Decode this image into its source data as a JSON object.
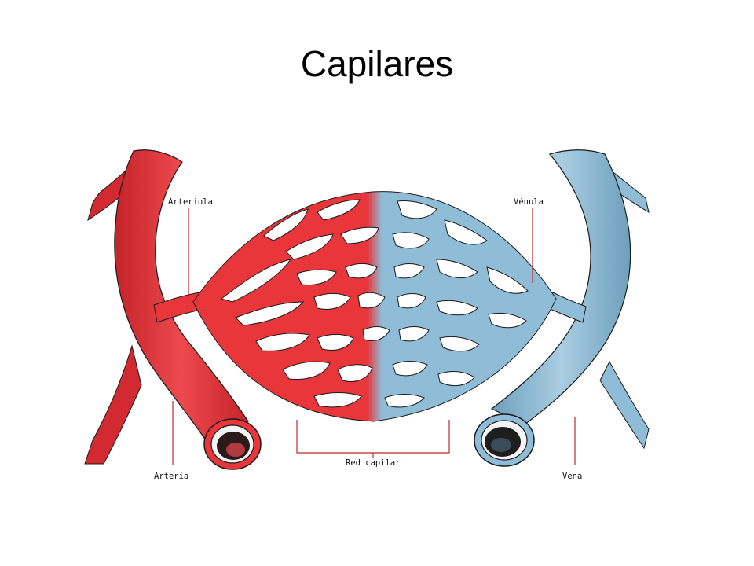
{
  "slide": {
    "title": "Capilares"
  },
  "diagram": {
    "labels": {
      "arteriola": "Arteriola",
      "venula": "Vénula",
      "arteria": "Arteria",
      "vena": "Vena",
      "red_capilar": "Red capilar"
    },
    "colors": {
      "arterial_red": "#e8363a",
      "arterial_dark": "#b81e24",
      "venous_blue": "#8fbcd6",
      "venous_dark": "#5d8fab",
      "leader_line": "#c0282c",
      "vessel_outline": "#1a1a1a",
      "lumen": "#222222"
    }
  }
}
